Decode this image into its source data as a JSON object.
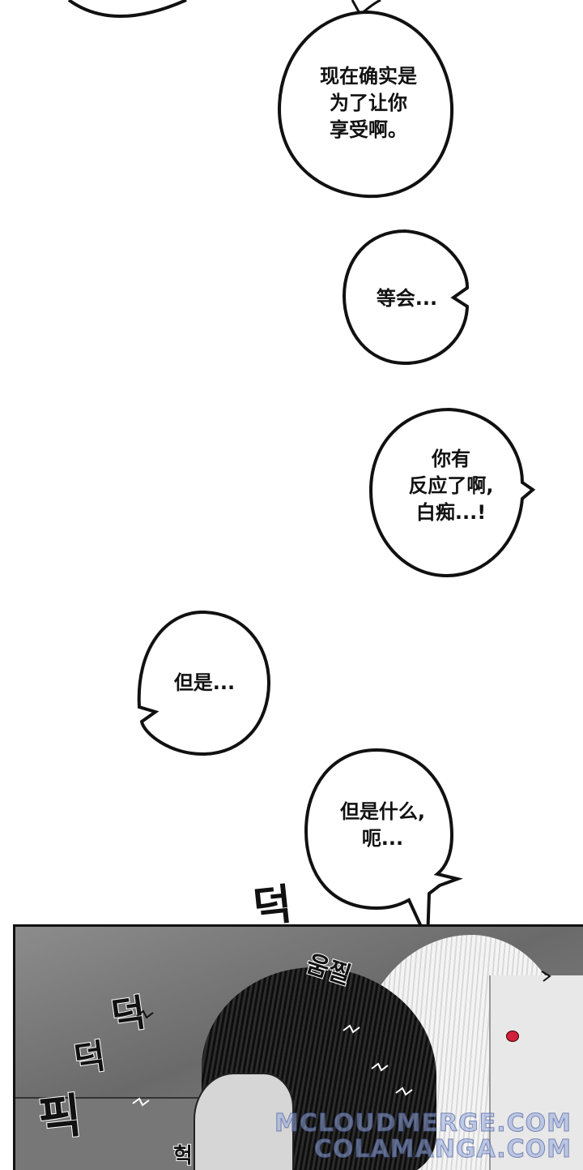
{
  "bubbles": {
    "b1": "现在确实是\n为了让你\n享受啊。",
    "b2": "等会...",
    "b3": "你有\n反应了啊,\n白痴...!",
    "b4": "但是...",
    "b5": "但是什么,\n呃..."
  },
  "sfx": {
    "outside": "덕",
    "left_1": "덕",
    "left_2": "덕",
    "left_3": "픽",
    "wiggle": "움찔",
    "bottom": "헉"
  },
  "watermark": {
    "line1": "MCLOUDMERGE.COM",
    "line2": "COLAMANGA.COM"
  }
}
